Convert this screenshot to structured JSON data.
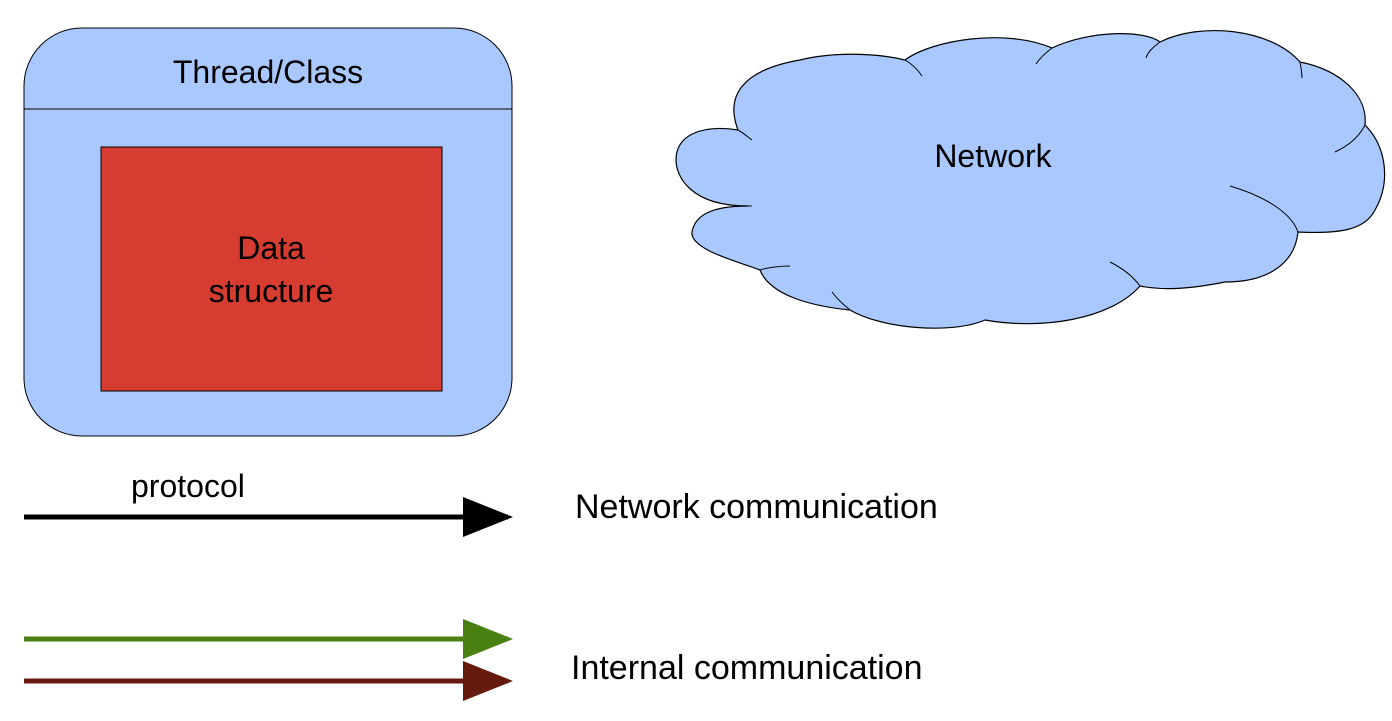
{
  "legend_diagram": {
    "thread_class": {
      "title": "Thread/Class",
      "inner_label_lines": [
        "Data",
        "structure"
      ]
    },
    "network_cloud": {
      "label": "Network"
    },
    "protocol_arrow": {
      "label": "protocol"
    },
    "network_communication": {
      "label": "Network communication"
    },
    "internal_communication": {
      "label": "Internal communication"
    }
  },
  "colors": {
    "container_fill": "#a8c8ff",
    "data_structure_fill": "#d63c30",
    "cloud_fill": "#a8c8ff",
    "network_arrow": "#000000",
    "internal_arrow_green": "#4a7f12",
    "internal_arrow_brown": "#651a0d",
    "outline": "#000000",
    "text": "#000000"
  }
}
